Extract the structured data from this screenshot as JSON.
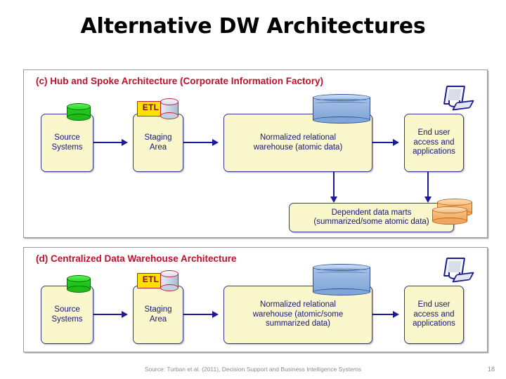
{
  "slide": {
    "title": "Alternative DW Architectures",
    "page_number": "18",
    "source_note": "Source: Turban et al. (2011), Decision Support and Business Intelligence Systems"
  },
  "colors": {
    "heading_red": "#c0102a",
    "node_fill": "#faf7cd",
    "node_border": "#3a3a8c",
    "node_text": "#16167a",
    "connector": "#1b1b96",
    "etl_fill": "#ffe000",
    "etl_border": "#c0202a",
    "cylinder_green": "#22d11e",
    "cylinder_blue": "#7fa6d8",
    "cylinder_orange": "#f0a65e",
    "cylinder_silver": "#c3cfe2"
  },
  "panels": [
    {
      "id": "c",
      "heading": "(c) Hub and Spoke Architecture (Corporate Information Factory)",
      "nodes": [
        {
          "id": "source-systems",
          "label": "Source\nSystems"
        },
        {
          "id": "staging-area",
          "label": "Staging\nArea"
        },
        {
          "id": "warehouse",
          "label": "Normalized relational\nwarehouse (atomic data)"
        },
        {
          "id": "end-user",
          "label": "End user\naccess and\napplications"
        },
        {
          "id": "data-marts",
          "label": "Dependent data marts\n(summarized/some atomic data)"
        }
      ],
      "icons": [
        {
          "id": "green-database-icon",
          "on": "source-systems"
        },
        {
          "id": "etl-tag",
          "on": "staging-area",
          "label": "ETL"
        },
        {
          "id": "silver-database-icon",
          "on": "staging-area"
        },
        {
          "id": "blue-database-icon",
          "on": "warehouse"
        },
        {
          "id": "workstation-icon",
          "on": "end-user"
        },
        {
          "id": "orange-database-icon",
          "on": "data-marts"
        }
      ]
    },
    {
      "id": "d",
      "heading": "(d) Centralized Data Warehouse Architecture",
      "nodes": [
        {
          "id": "source-systems",
          "label": "Source\nSystems"
        },
        {
          "id": "staging-area",
          "label": "Staging\nArea"
        },
        {
          "id": "warehouse",
          "label": "Normalized relational\nwarehouse (atomic/some\nsummarized data)"
        },
        {
          "id": "end-user",
          "label": "End user\naccess and\napplications"
        }
      ],
      "icons": [
        {
          "id": "green-database-icon",
          "on": "source-systems"
        },
        {
          "id": "etl-tag",
          "on": "staging-area",
          "label": "ETL"
        },
        {
          "id": "silver-database-icon",
          "on": "staging-area"
        },
        {
          "id": "blue-database-icon",
          "on": "warehouse"
        },
        {
          "id": "workstation-icon",
          "on": "end-user"
        }
      ]
    }
  ],
  "labels": {
    "c_source": "Source\nSystems",
    "c_staging": "Staging\nArea",
    "c_warehouse": "Normalized relational\nwarehouse (atomic data)",
    "c_enduser": "End user\naccess and\napplications",
    "c_marts": "Dependent data marts\n(summarized/some atomic data)",
    "c_etl": "ETL",
    "d_source": "Source\nSystems",
    "d_staging": "Staging\nArea",
    "d_warehouse": "Normalized relational\nwarehouse (atomic/some\nsummarized data)",
    "d_enduser": "End user\naccess and\napplications",
    "d_etl": "ETL"
  }
}
